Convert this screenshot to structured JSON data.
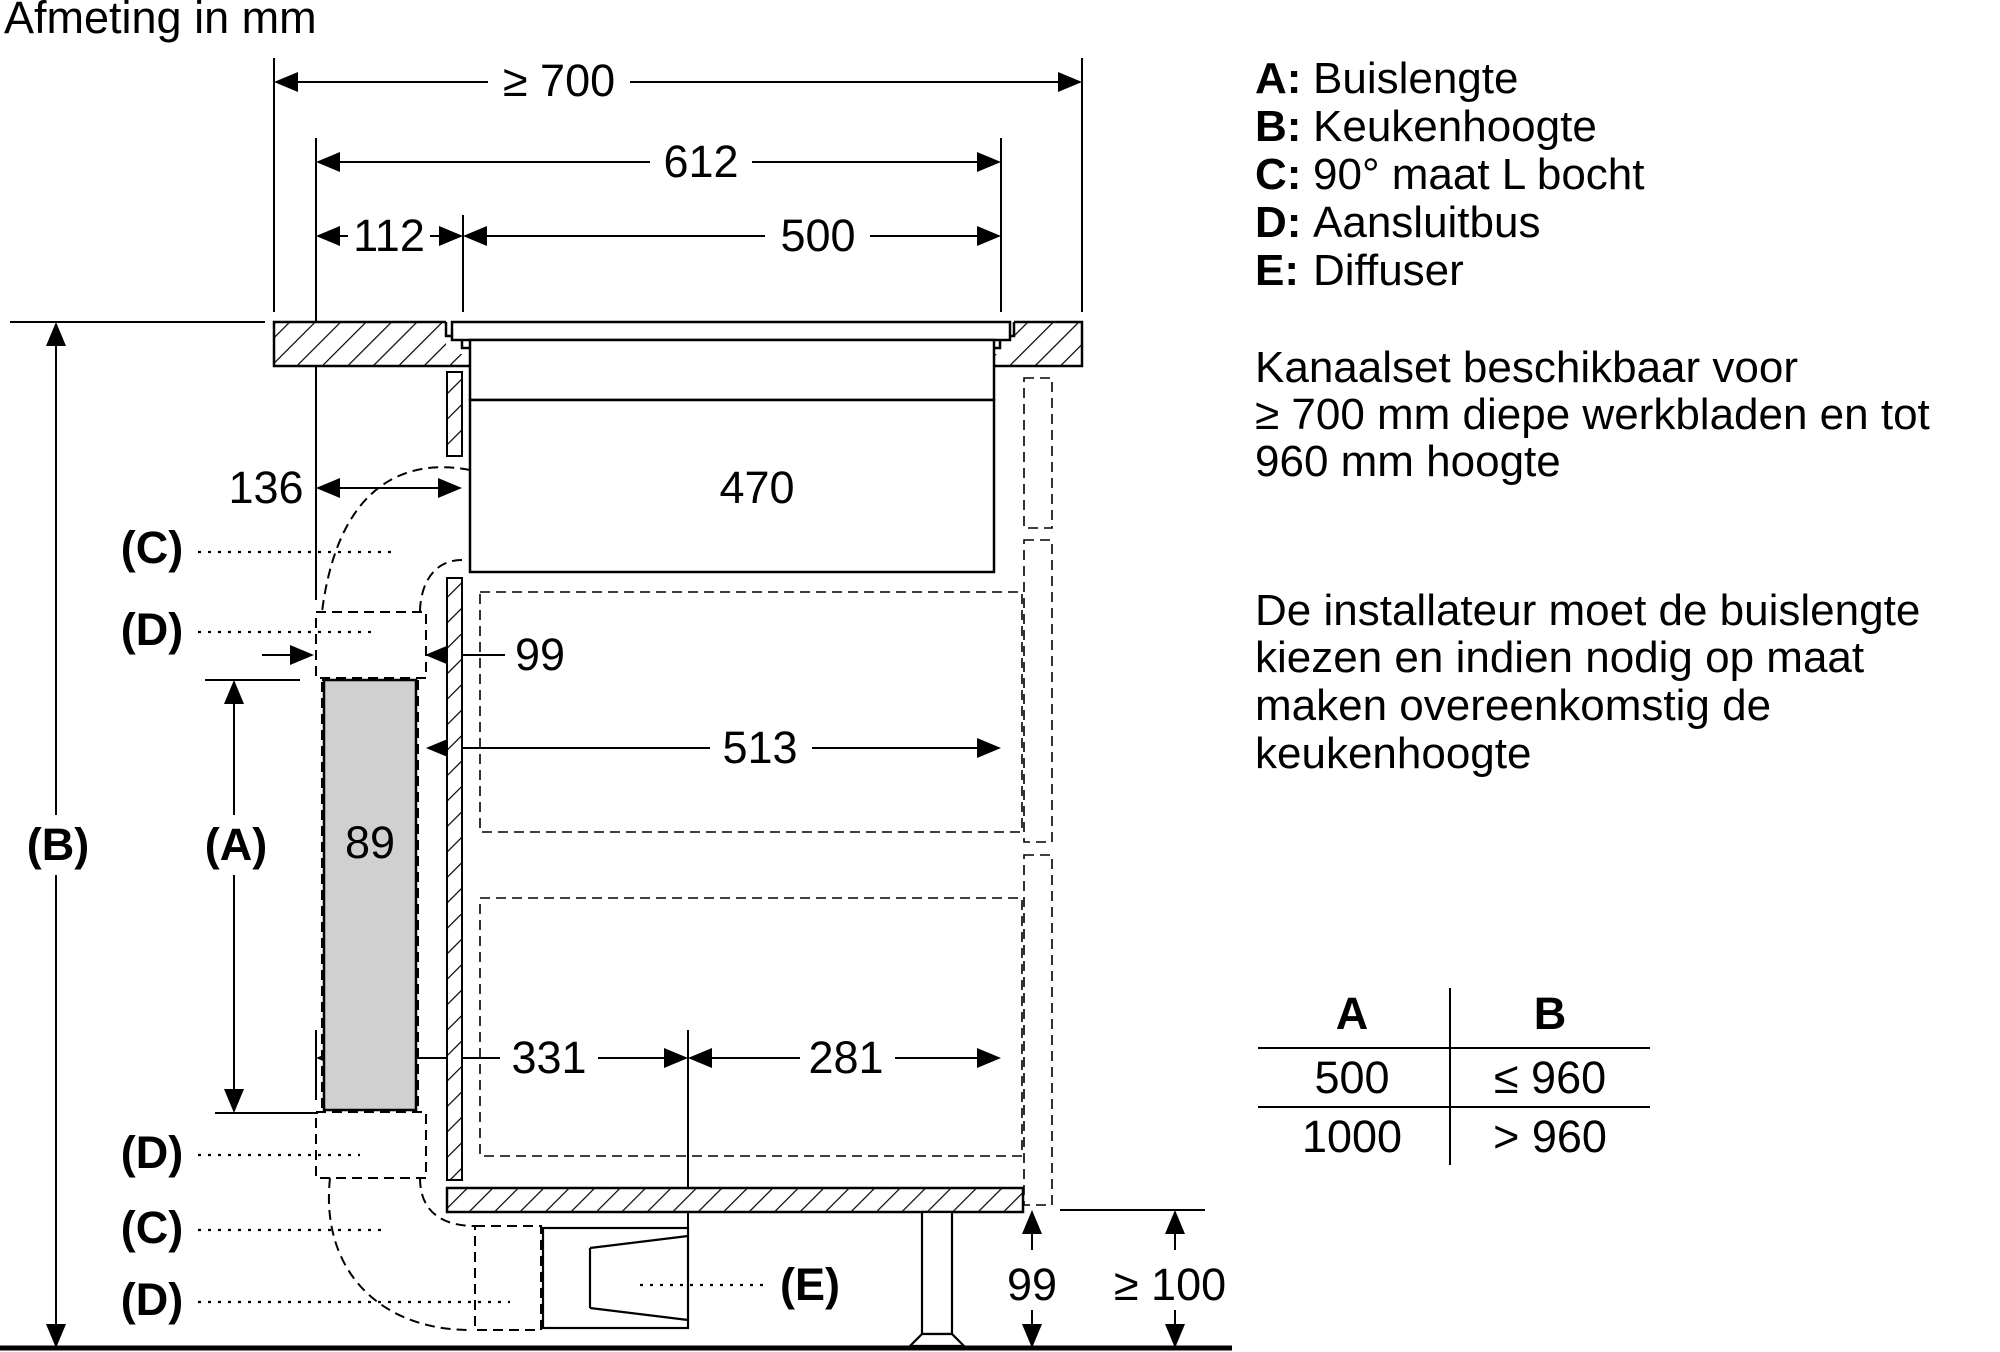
{
  "header": {
    "unit_label": "Afmeting in mm"
  },
  "dimensions": {
    "width_min": "≥ 700",
    "w612": "612",
    "w112": "112",
    "w500": "500",
    "w136": "136",
    "w470": "470",
    "w99_side": "99",
    "w513": "513",
    "pipe_89": "89",
    "w331": "331",
    "w281": "281",
    "h99_bottom": "99",
    "h100_min": "≥ 100"
  },
  "callouts": {
    "c_top": "(C)",
    "d_top": "(D)",
    "b": "(B)",
    "a": "(A)",
    "d_mid": "(D)",
    "c_bottom": "(C)",
    "d_bottom": "(D)",
    "e": "(E)"
  },
  "legend": [
    {
      "key": "A:",
      "text": "Buislengte"
    },
    {
      "key": "B:",
      "text": "Keukenhoogte"
    },
    {
      "key": "C:",
      "text": "90° maat L bocht"
    },
    {
      "key": "D:",
      "text": "Aansluitbus"
    },
    {
      "key": "E:",
      "text": "Diffuser"
    }
  ],
  "note1": [
    "Kanaalset beschikbaar voor",
    "≥ 700 mm diepe werkbladen en tot",
    "960 mm hoogte"
  ],
  "note2": [
    "De installateur moet de buislengte",
    "kiezen en indien nodig op maat",
    "maken overeenkomstig de",
    "keukenhoogte"
  ],
  "table": {
    "headers": [
      "A",
      "B"
    ],
    "rows": [
      [
        "500",
        "≤ 960"
      ],
      [
        "1000",
        "> 960"
      ]
    ]
  }
}
